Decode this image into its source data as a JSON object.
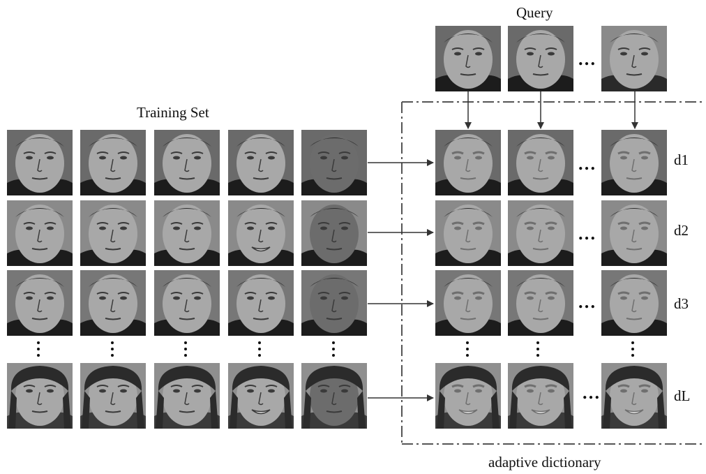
{
  "labels": {
    "query": "Query",
    "training_set": "Training Set",
    "adaptive_dictionary": "adaptive  dictionary"
  },
  "rows": [
    "d1",
    "d2",
    "d3",
    "dL"
  ],
  "ellipsis": "…",
  "colors": {
    "line": "#333333",
    "dashed_border": "#555555"
  }
}
